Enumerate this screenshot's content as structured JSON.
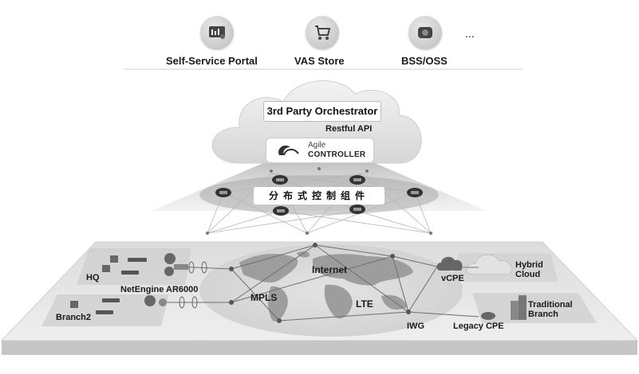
{
  "top_services": [
    {
      "label": "Self-Service Portal",
      "icon": "dashboard-icon"
    },
    {
      "label": "VAS Store",
      "icon": "shopping-cart-icon"
    },
    {
      "label": "BSS/OSS",
      "icon": "server-icon"
    }
  ],
  "top_more": "...",
  "cloud": {
    "orchestrator": "3rd Party Orchestrator",
    "restful_api": "Restful API",
    "controller_line1": "Agile",
    "controller_line2": "CONTROLLER"
  },
  "distributed": "分布式控制组件",
  "network": {
    "hq": "HQ",
    "netengine": "NetEngine AR6000",
    "branch2": "Branch2",
    "internet": "Internet",
    "mpls": "MPLS",
    "lte": "LTE",
    "iwg": "IWG",
    "vcpe": "vCPE",
    "hybrid_cloud": "Hybrid\nCloud",
    "legacy_cpe": "Legacy CPE",
    "traditional_branch": "Traditional\nBranch"
  }
}
